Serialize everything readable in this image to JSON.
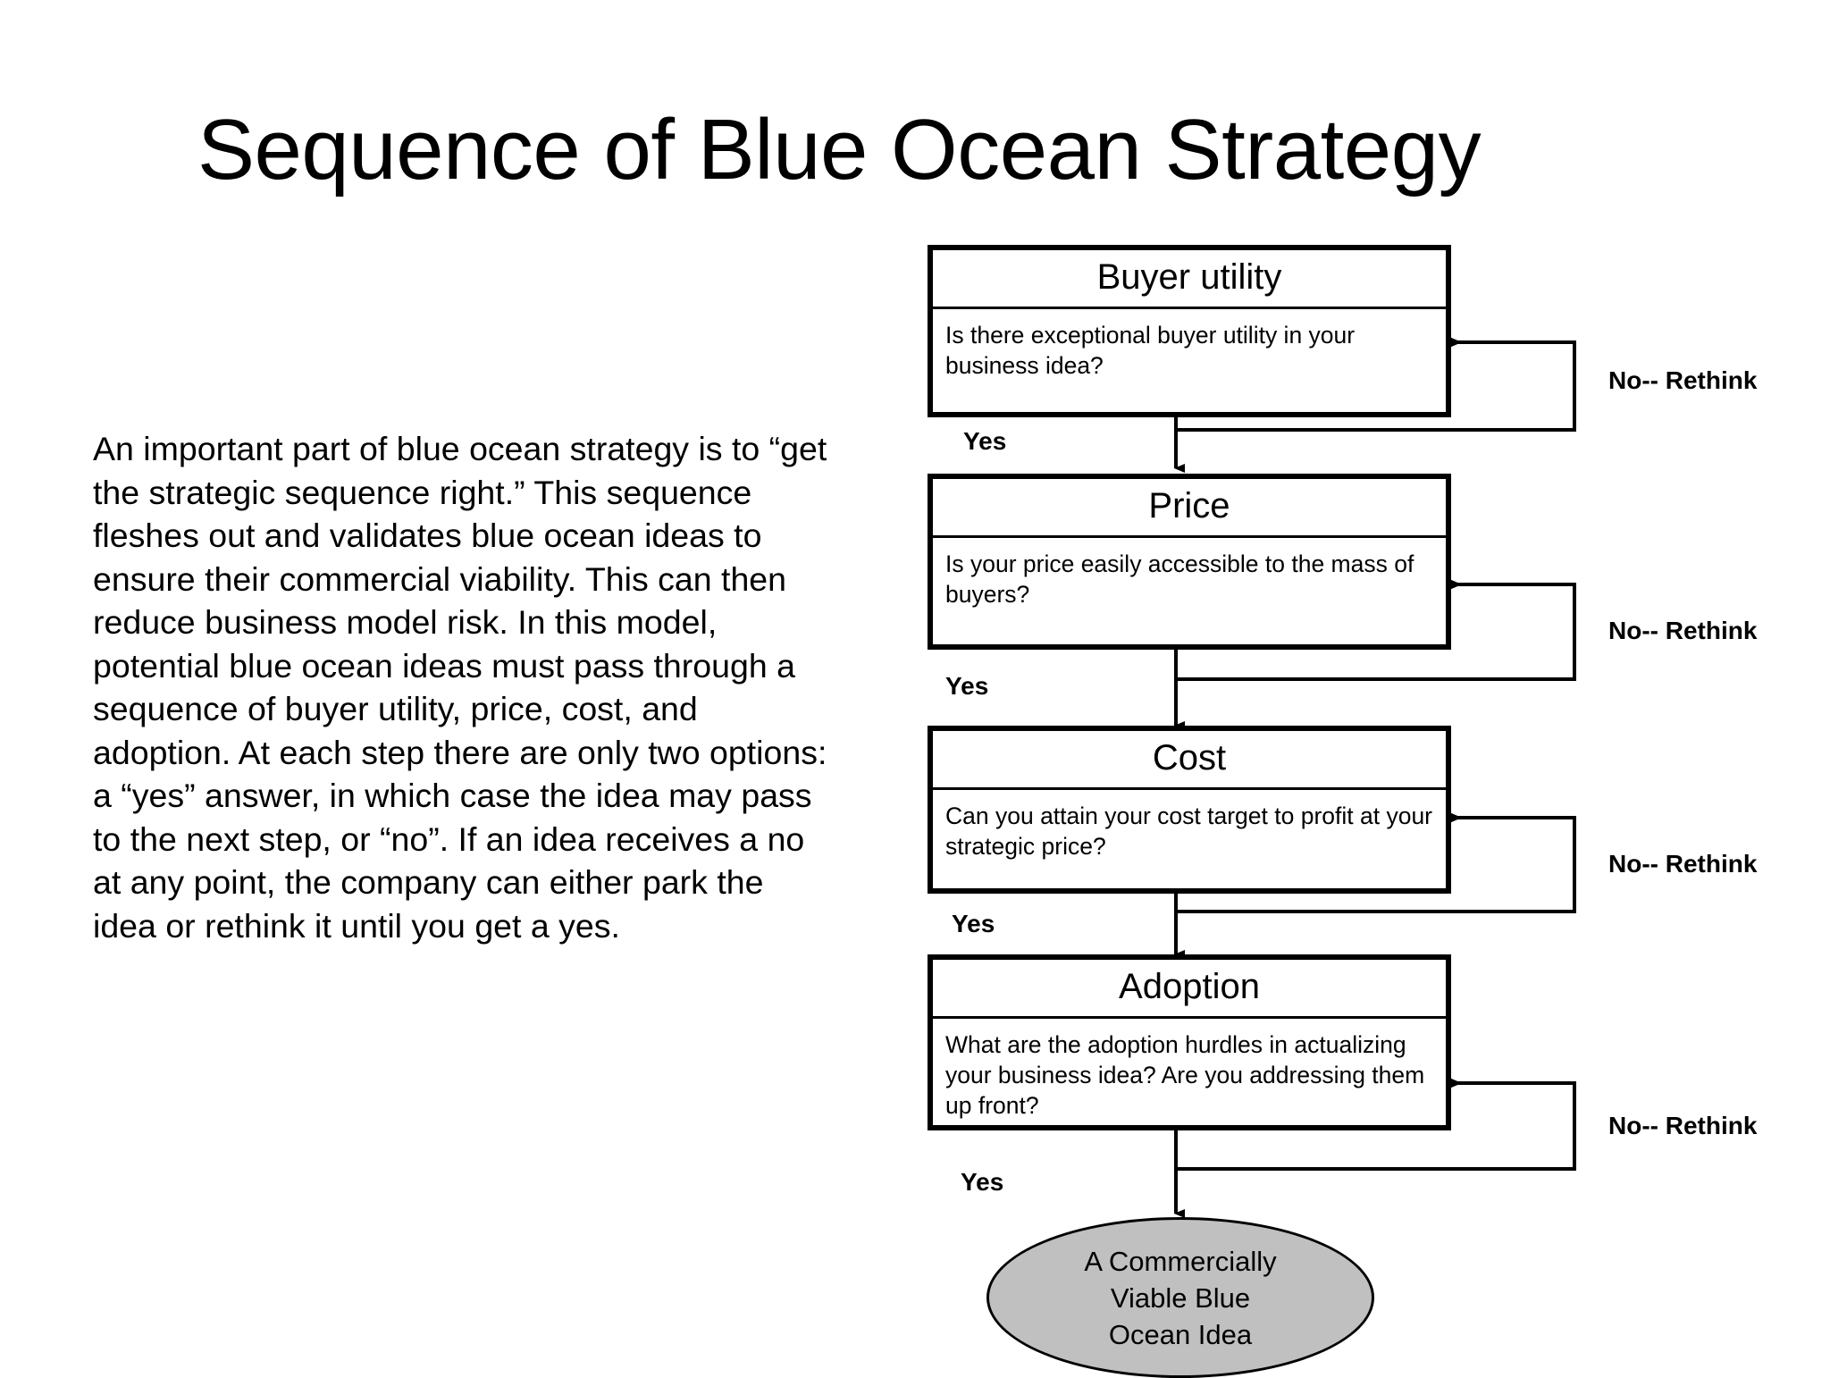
{
  "slide": {
    "title": "Sequence of Blue Ocean Strategy",
    "body_paragraph": "An important part of blue ocean strategy is to “get the strategic sequence right.”  This sequence fleshes out and validates blue ocean ideas to ensure their commercial viability.  This can then reduce business model risk.  In this model, potential blue ocean ideas must pass through a sequence of buyer utility, price, cost, and adoption.  At each step there are only two options: a “yes” answer, in which case the idea may pass to the next step, or “no”.  If an idea receives a no at any point, the company can either park the idea or rethink it until you get a yes."
  },
  "flowchart": {
    "steps": [
      {
        "header": "Buyer utility",
        "question": "Is there exceptional buyer utility in your business idea?",
        "yes_label": "Yes",
        "no_label": "No-- Rethink"
      },
      {
        "header": "Price",
        "question": "Is your price easily accessible to the mass of buyers?",
        "yes_label": "Yes",
        "no_label": "No-- Rethink"
      },
      {
        "header": "Cost",
        "question": "Can you attain your cost target to profit at your strategic price?",
        "yes_label": "Yes",
        "no_label": "No-- Rethink"
      },
      {
        "header": "Adoption",
        "question": "What are the adoption hurdles in actualizing your business idea?  Are you addressing them up front?",
        "yes_label": "Yes",
        "no_label": "No-- Rethink"
      }
    ],
    "terminal": {
      "text": "A Commercially\nViable Blue\nOcean Idea",
      "fill_color": "#c0c0c0"
    }
  },
  "colors": {
    "background": "#ffffff",
    "ink": "#000000",
    "terminal_fill": "#c0c0c0"
  }
}
